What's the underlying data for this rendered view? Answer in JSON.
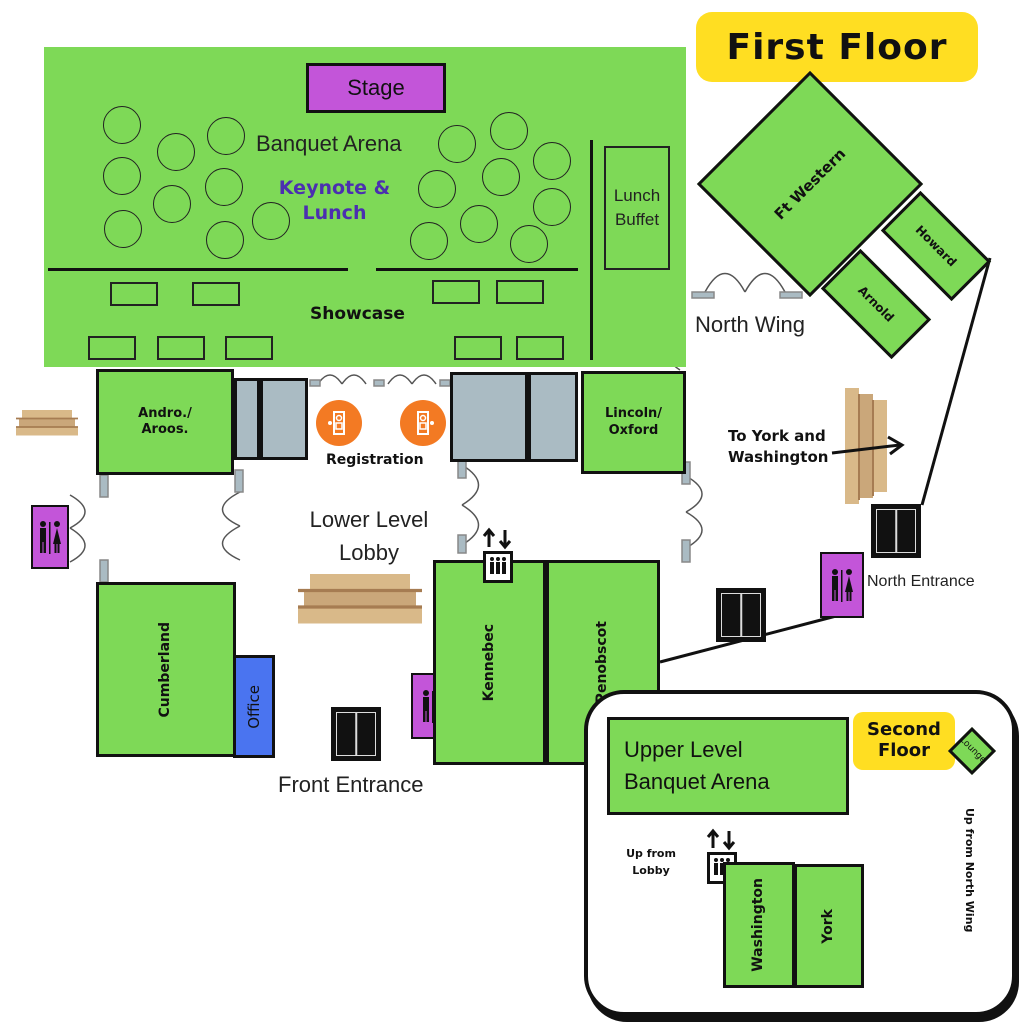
{
  "title": "First Floor",
  "second_floor_title": "Second Floor",
  "banquet": {
    "stage": "Stage",
    "arena": "Banquet Arena",
    "event": "Keynote & Lunch",
    "buffet": "Lunch Buffet",
    "showcase": "Showcase"
  },
  "rooms": {
    "andro": "Andro./ Aroos.",
    "lincoln": "Lincoln/ Oxford",
    "cumberland": "Cumberland",
    "office": "Office",
    "kennebec": "Kennebec",
    "penobscot": "Penobscot",
    "ft_western": "Ft Western",
    "howard": "Howard",
    "arnold": "Arnold"
  },
  "labels": {
    "registration": "Registration",
    "lower_lobby": "Lower Level Lobby",
    "north_wing": "North Wing",
    "to_york": "To York and Washington",
    "north_entrance": "North Entrance",
    "front_entrance": "Front Entrance"
  },
  "second_floor": {
    "upper_banquet": "Upper Level Banquet Arena",
    "lounge": "Lounge",
    "up_from_north": "Up from North Wing",
    "up_from_lobby": "Up from Lobby",
    "washington": "Washington",
    "york": "York"
  },
  "colors": {
    "room_green": "#7ed957",
    "restroom_purple": "#c355d9",
    "office_blue": "#4a74f0",
    "registration_orange": "#f37a23",
    "title_yellow": "#ffde22",
    "stairs_tan": "#d9b989"
  },
  "icons": [
    "restroom-icon",
    "elevator-icon",
    "registration-icon",
    "door-icon",
    "stairs-icon",
    "direction-arrow-icon"
  ]
}
